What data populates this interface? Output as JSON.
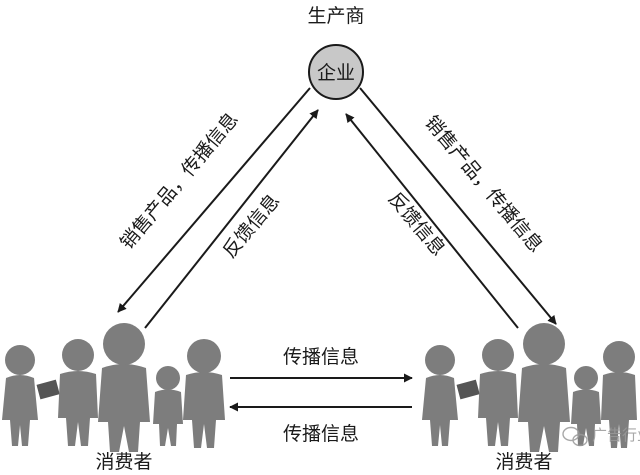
{
  "producer": {
    "title": "生产商",
    "node_label": "企业",
    "node_fill": "#c8c8c8"
  },
  "left_group": {
    "label": "消费者",
    "figure_color": "#7d7d7d"
  },
  "right_group": {
    "label": "消费者",
    "figure_color": "#7d7d7d"
  },
  "edges": {
    "top_left_outer": "销售产品，传播信息",
    "top_left_inner": "反馈信息",
    "top_right_inner": "反馈信息",
    "top_right_outer": "销售产品，传播信息",
    "bottom_upper": "传播信息",
    "bottom_lower": "传播信息"
  },
  "watermark": {
    "icon": "wechat-icon",
    "text": "广告行业"
  },
  "colors": {
    "arrow": "#1a1a1a",
    "figure": "#7d7d7d",
    "node": "#c8c8c8"
  }
}
